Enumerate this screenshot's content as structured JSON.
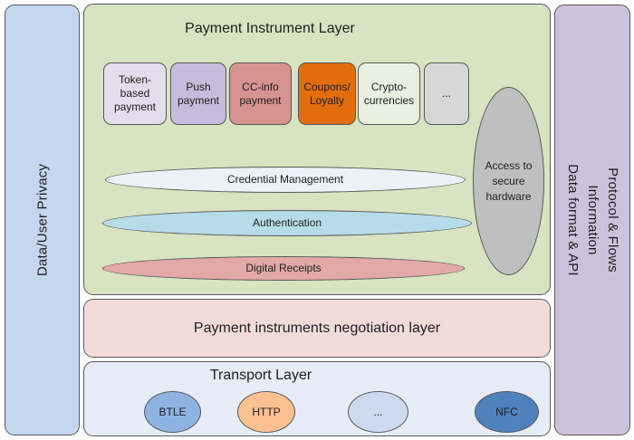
{
  "sidebars": {
    "left": {
      "label": "Data/User Privacy",
      "fill": "#c5d7ee"
    },
    "right": {
      "lines": [
        "Protocol & Flows",
        "Information",
        "Data format & API"
      ],
      "fill": "#cdc2db"
    }
  },
  "payment_instrument_layer": {
    "title": "Payment Instrument Layer",
    "fill": "#d7e3c1",
    "boxes": [
      {
        "label": "Token-\nbased\npayment",
        "fill": "#e3ddec"
      },
      {
        "label": "Push\npayment",
        "fill": "#c7bcdb"
      },
      {
        "label": "CC-info\npayment",
        "fill": "#d79390"
      },
      {
        "label": "Coupons/\nLoyalty",
        "fill": "#e36d0d"
      },
      {
        "label": "Crypto-\ncurrencies",
        "fill": "#eaf0df"
      },
      {
        "label": "...",
        "fill": "#d7d7d7"
      }
    ],
    "ellipses": [
      {
        "label": "Credential Management",
        "fill": "#eef1f8"
      },
      {
        "label": "Authentication",
        "fill": "#b7dce9"
      },
      {
        "label": "Digital Receipts",
        "fill": "#e2a9a6"
      }
    ],
    "access_ellipse": {
      "label": "Access to\nsecure\nhardware",
      "fill": "#bfbfbf"
    }
  },
  "negotiation_layer": {
    "title": "Payment instruments negotiation layer",
    "fill": "#f2dcda"
  },
  "transport_layer": {
    "title": "Transport Layer",
    "fill": "#e7ecf6",
    "nodes": [
      {
        "label": "BTLE",
        "fill": "#8eb3e2"
      },
      {
        "label": "HTTP",
        "fill": "#fbc191"
      },
      {
        "label": "...",
        "fill": "#cdd9ee"
      },
      {
        "label": "NFC",
        "fill": "#4e81bd"
      }
    ]
  },
  "colors": {
    "border": "#595959",
    "text": "#1f1f1f",
    "background": "#ffffff"
  }
}
